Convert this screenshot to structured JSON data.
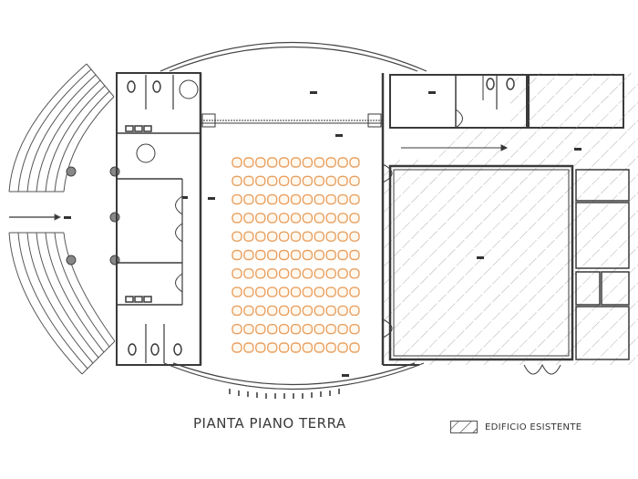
{
  "drawing": {
    "title": "PIANTA PIANO TERRA",
    "legend": [
      {
        "symbol": "diagonal-hatch",
        "label": "EDIFICIO ESISTENTE"
      }
    ]
  },
  "colors": {
    "wall": "#3a3a3a",
    "hatch": "#9a9a9a",
    "seat": "#e8a060",
    "background": "#ffffff"
  },
  "seating": {
    "rows": 11,
    "seats_per_row": 11
  },
  "steps": {
    "count": 7
  }
}
